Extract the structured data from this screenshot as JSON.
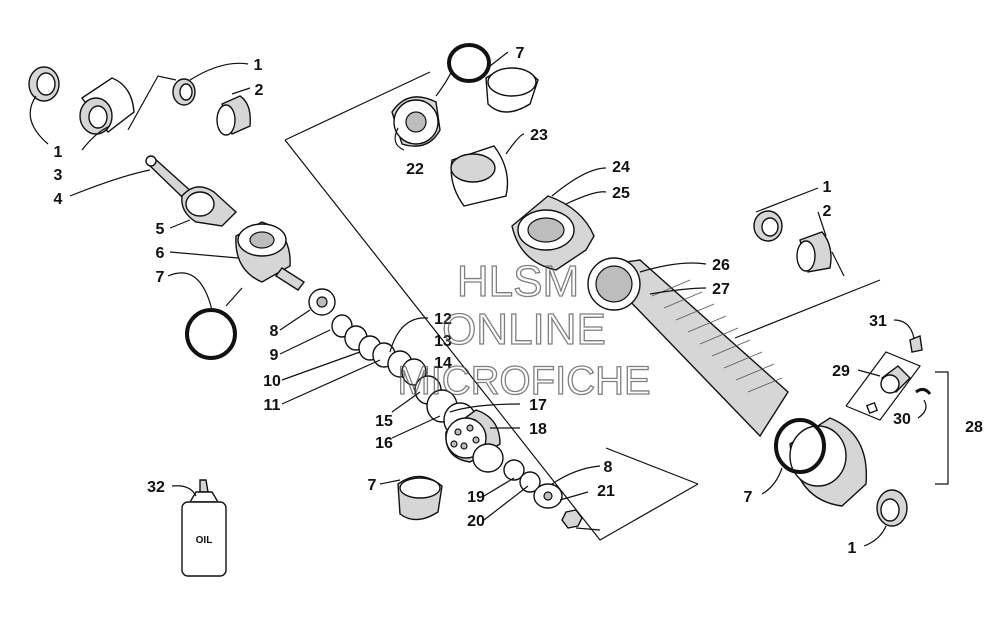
{
  "watermark": {
    "line1": "HLSM",
    "line2": "ONLINE",
    "line3": "MICROFICHE"
  },
  "oil_bottle_text": "OIL",
  "callouts": {
    "c1a": "1",
    "c1b": "1",
    "c1c": "1",
    "c1d": "1",
    "c2a": "2",
    "c2b": "2",
    "c3": "3",
    "c4": "4",
    "c5": "5",
    "c6": "6",
    "c7a": "7",
    "c7b": "7",
    "c7c": "7",
    "c7d": "7",
    "c8a": "8",
    "c8b": "8",
    "c9": "9",
    "c10": "10",
    "c11": "11",
    "c12": "12",
    "c13": "13",
    "c14": "14",
    "c15": "15",
    "c16": "16",
    "c17": "17",
    "c18": "18",
    "c19": "19",
    "c20": "20",
    "c21": "21",
    "c22": "22",
    "c23": "23",
    "c24": "24",
    "c25": "25",
    "c26": "26",
    "c27": "27",
    "c28": "28",
    "c29": "29",
    "c30": "30",
    "c31": "31",
    "c32": "32"
  }
}
